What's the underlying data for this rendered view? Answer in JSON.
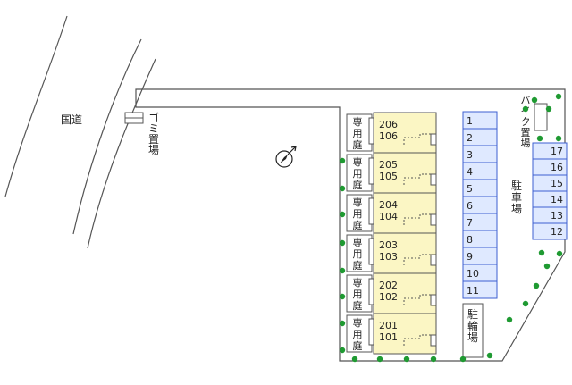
{
  "labels": {
    "national_road": "国道",
    "garbage": "ゴミ置場",
    "bike": "バイク置場",
    "parking": "駐車場",
    "bicycle": "駐輪場",
    "private_garden": "専用庭"
  },
  "units": [
    {
      "upper": "206",
      "lower": "106"
    },
    {
      "upper": "205",
      "lower": "105"
    },
    {
      "upper": "204",
      "lower": "104"
    },
    {
      "upper": "203",
      "lower": "103"
    },
    {
      "upper": "202",
      "lower": "102"
    },
    {
      "upper": "201",
      "lower": "101"
    }
  ],
  "parking_left": [
    "1",
    "2",
    "3",
    "4",
    "5",
    "6",
    "7",
    "8",
    "9",
    "10",
    "11"
  ],
  "parking_right": [
    "17",
    "16",
    "15",
    "14",
    "13",
    "12"
  ],
  "colors": {
    "building_fill": "#fbf6c4",
    "parking_fill": "#dfe9ff",
    "parking_stroke": "#3d5fd0",
    "tree": "#1f9a32",
    "outline": "#555555"
  },
  "icons": {
    "compass": "north-arrow-icon",
    "tree": "tree-icon"
  }
}
